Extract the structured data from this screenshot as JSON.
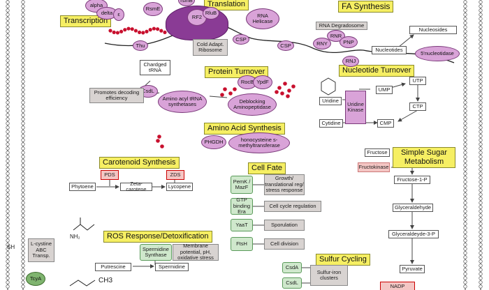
{
  "titles": {
    "transcription": "Transcription",
    "translation": "Translation",
    "fa_synthesis": "FA Synthesis",
    "nucleotide_turnover": "Nucleotide Turnover",
    "protein_turnover": "Protein Turnover",
    "amino_acid_synthesis": "Amino Acid Synthesis",
    "carotenoid_synthesis": "Carotenoid Synthesis",
    "cell_fate": "Cell Fate",
    "simple_sugar": "Simple Sugar Metabolism",
    "ros": "ROS Response/Detoxification",
    "sulfur": "Sulfur Cycling"
  },
  "transcription": {
    "alpha": "alpha",
    "delta": "delta",
    "epsilon": "ε",
    "thu": "Thu"
  },
  "translation": {
    "rsme": "RsmE",
    "rsmb": "rsmB",
    "rf2": "RF2",
    "rlub": "RluB",
    "rna_helicase": "RNA Helicase",
    "csp1": "CSP",
    "csp2": "CSP",
    "cold_ribosome": "Cold Adapt. Ribosome"
  },
  "degradosome": {
    "label": "RNA Degradosome",
    "rnr": "RNR",
    "rny": "RNY",
    "pnp": "PNP",
    "rnj": "RNJ"
  },
  "nucleotides": {
    "nucleosides": "Nucleosides",
    "nucleotides": "Nucleotides",
    "nucleotidase": "5'nucleotidase",
    "uridine": "Uridine",
    "uridine_kinase": "Uridine Kinase",
    "ump": "UMP",
    "utp": "UTP",
    "ctp": "CTP",
    "cytidine": "Cytidine",
    "cmp": "CMP"
  },
  "protein": {
    "chardged_trna": "Chardged tRNA",
    "csdl": "CsdL",
    "promotes": "Promotes decoding efficiency",
    "aa_trna": "Amino acyl tRNA synthetases",
    "rocb": "RocB",
    "ypdf": "YpdF",
    "deblocking": "Deblocking Aminopeptidase"
  },
  "amino": {
    "phgdh": "PHGDH",
    "homocysteine": "honocysteine s-methyltransferase"
  },
  "carotenoid": {
    "pds": "PDS",
    "zds": "ZDS",
    "phytoene": "Phytoene",
    "zeta": "Zeta-carotene",
    "lycopene": "Lycopene"
  },
  "cell_fate": {
    "pemk": "PemK / MazF",
    "growth": "Growth/ translational reg/ stress response",
    "gtp": "GTP binding Era",
    "cycle": "Cell cycle regulation",
    "yaat": "YaaT",
    "sporulation": "Sporulation",
    "ftsh": "FtsH",
    "division": "Cell division"
  },
  "sugar": {
    "fructose": "Fructose",
    "fructokinase": "Fructokinase",
    "f1p": "Fructose-1-P",
    "glyceraldehyde": "Glyceraldehyde",
    "g3p": "Glyceraldeyde-3-P",
    "pyruvate": "Pyruvate",
    "nadp": "NADP"
  },
  "ros": {
    "cystine_abc": "L-cystine ABC Transp.",
    "tcya": "TcyA",
    "spermidine_synthase": "Spermidine Synthase",
    "membrane": "Membrane potential, pH, oxidative stress",
    "putrescine": "Putrescine",
    "spermidine": "Spermidine",
    "ch3": "CH3",
    "sh": "SH",
    "nh2": "NH₂"
  },
  "sulfur": {
    "csda": "CsdA",
    "csdl": "CsdL",
    "clusters": "Sulfur-iron clusters"
  },
  "colors": {
    "title_yellow": "#f6ef63",
    "enzyme_purple": "#d9a3d8",
    "ribosome_dark": "#8a3b95",
    "pink_box": "#f4c6c4",
    "gray_box": "#d8d3d1",
    "green_box": "#cfe8cc",
    "red_dots": "#c8102e"
  }
}
